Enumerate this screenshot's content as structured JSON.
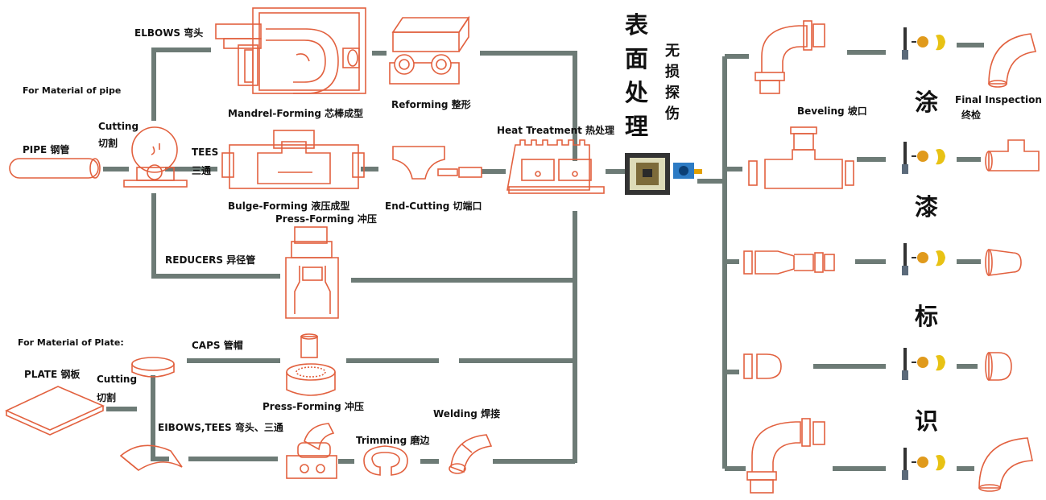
{
  "colors": {
    "drawing": "#e2613f",
    "connector": "#6d7b76",
    "text": "#111111"
  },
  "labels": {
    "elbows": "ELBOWS 弯头",
    "material_pipe": "For Material of pipe",
    "mandrel": "Mandrel-Forming 芯棒成型",
    "reforming": "Reforming 整形",
    "cutting_pipe": "Cutting",
    "cutting_pipe_cn": "切割",
    "pipe": "PIPE 钢管",
    "tees_en": "TEES",
    "tees_cn": "三通",
    "bulge": "Bulge-Forming 液压成型",
    "press_forming_1": "Press-Forming 冲压",
    "end_cutting": "End-Cutting 切端口",
    "heat_treatment": "Heat Treatment 热处理",
    "reducers": "REDUCERS 异径管",
    "material_plate": "For Material of Plate:",
    "caps": "CAPS 管帽",
    "plate": "PLATE 钢板",
    "cutting_plate": "Cutting",
    "cutting_plate_cn": "切割",
    "press_forming_2": "Press-Forming 冲压",
    "welding": "Welding 焊接",
    "elbows_tees": "EIBOWS,TEES 弯头、三通",
    "trimming": "Trimming 磨边",
    "surface_1": "表",
    "surface_2": "面",
    "surface_3": "处",
    "surface_4": "理",
    "ndt_1": "无",
    "ndt_2": "损",
    "ndt_3": "探",
    "ndt_4": "伤",
    "beveling": "Beveling 坡口",
    "final_inspection": "Final Inspection",
    "final_inspection_cn": "终检",
    "paint_1": "涂",
    "paint_2": "漆",
    "paint_3": "标",
    "paint_4": "识"
  }
}
